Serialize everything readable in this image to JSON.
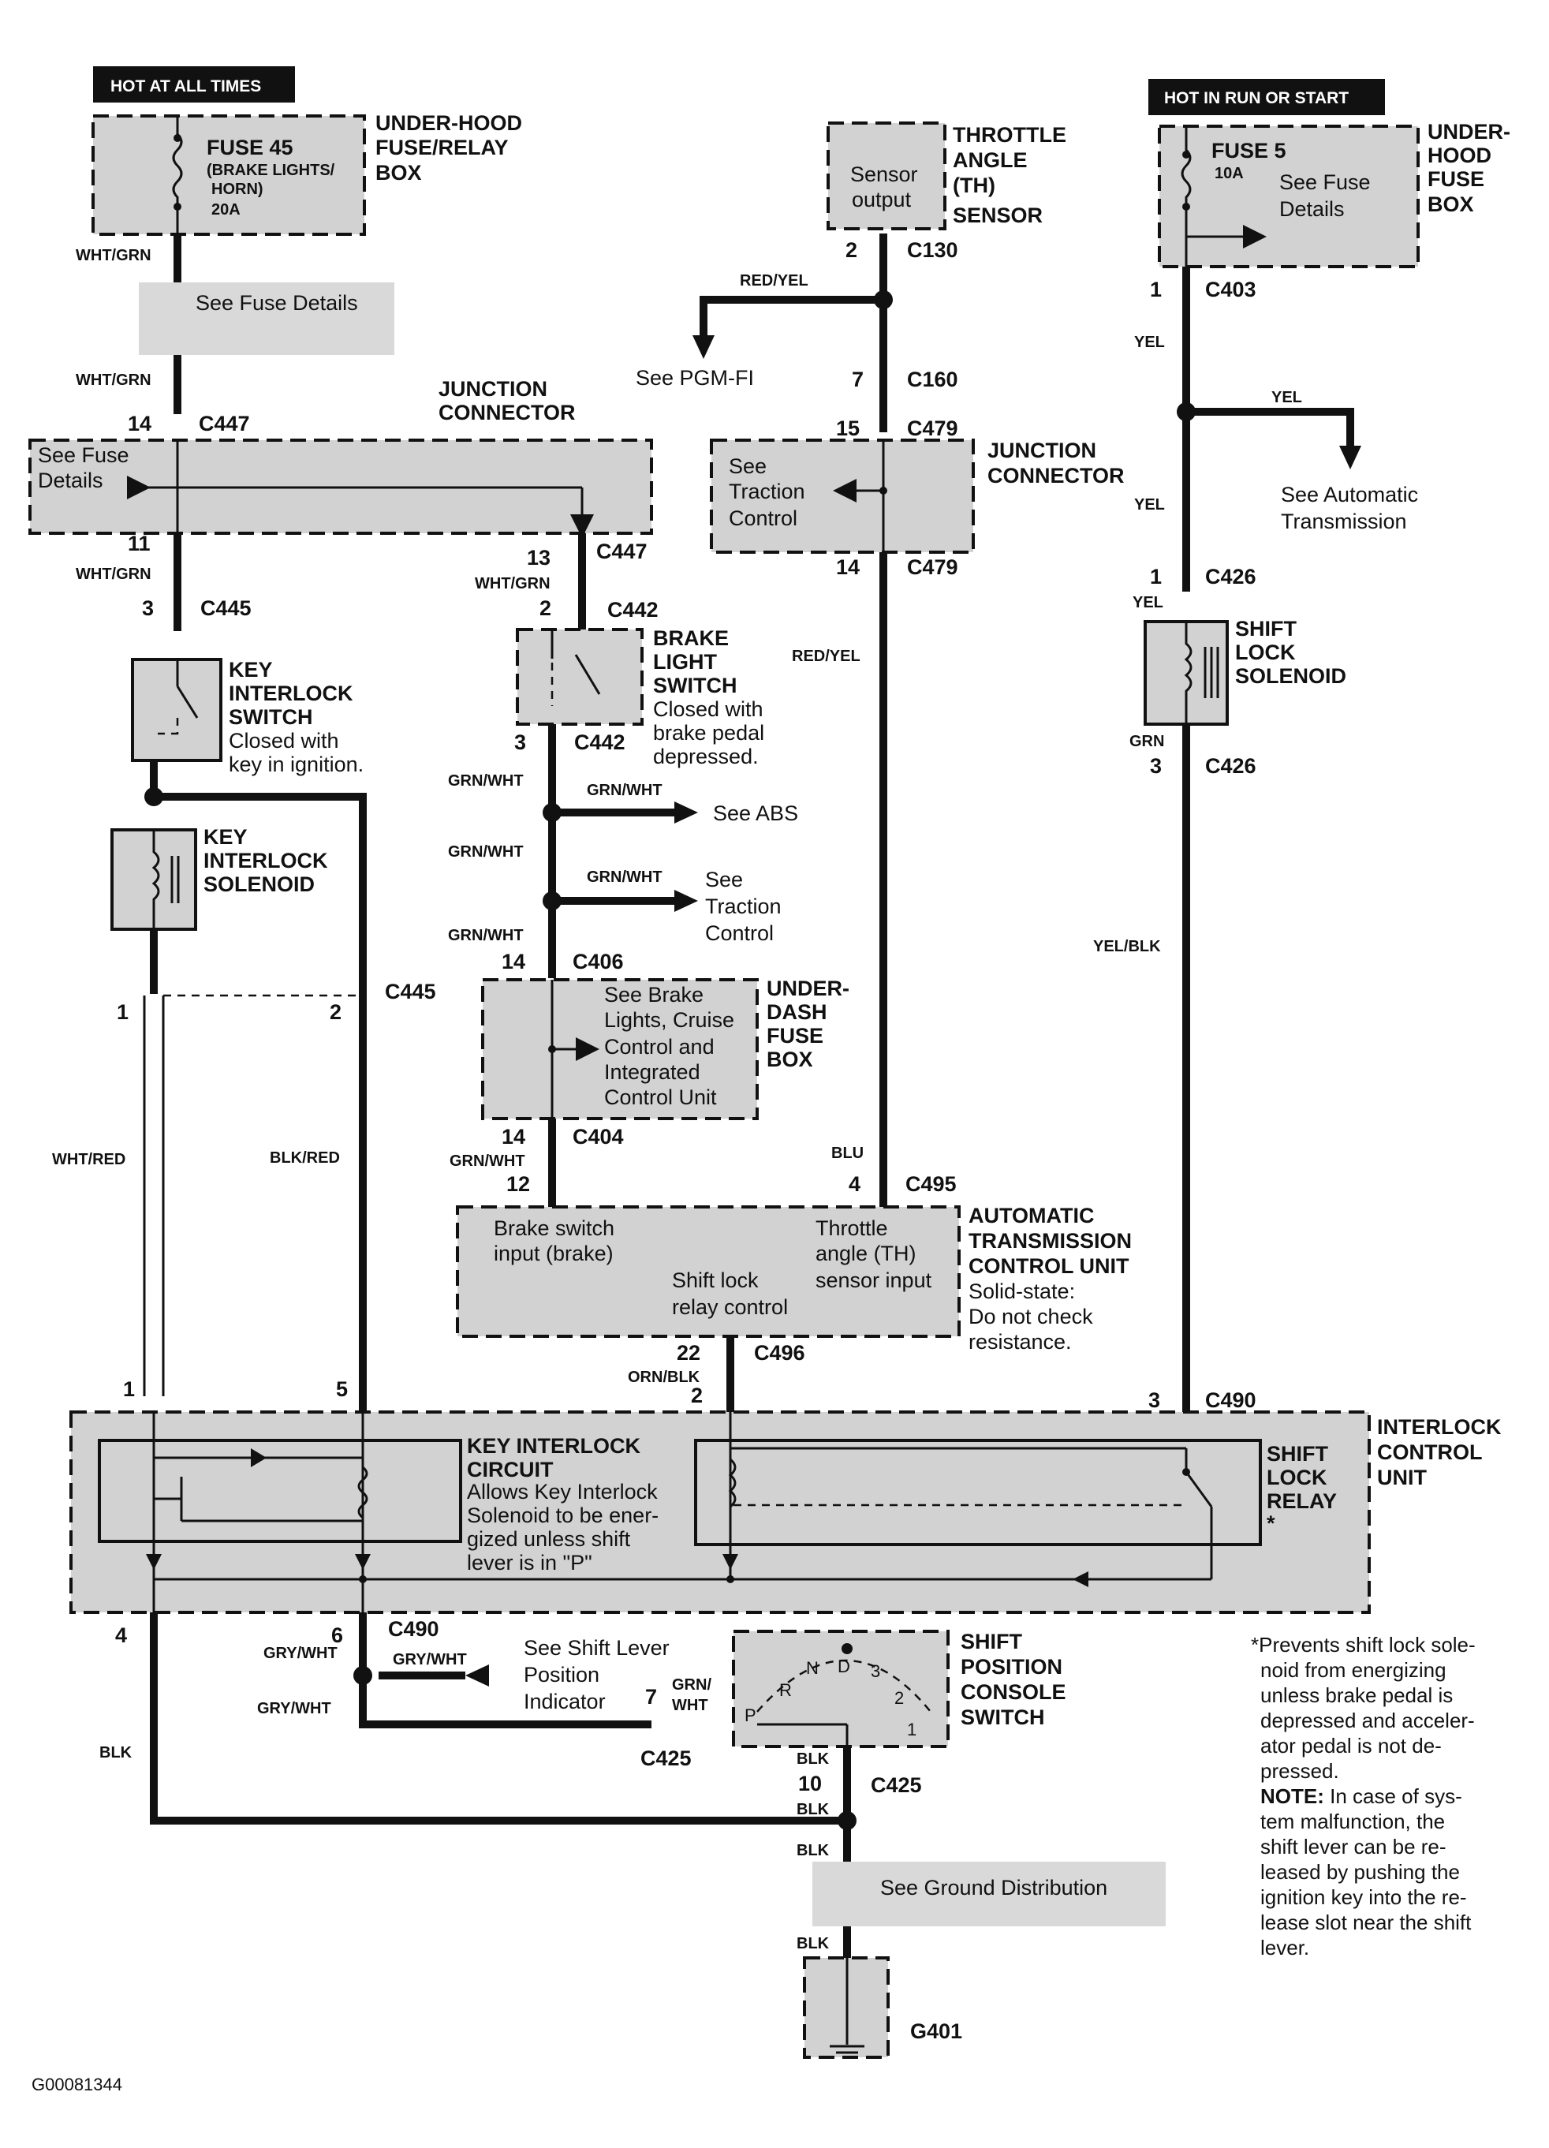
{
  "headers": {
    "hot_at_all_times": "HOT AT ALL TIMES",
    "hot_in_run": "HOT IN RUN OR START"
  },
  "fuse45": {
    "name": "FUSE 45",
    "desc1": "(BRAKE LIGHTS/",
    "desc2": "HORN)",
    "amp": "20A",
    "box1": "UNDER-HOOD",
    "box2": "FUSE/RELAY",
    "box3": "BOX"
  },
  "fuse5": {
    "name": "FUSE 5",
    "amp": "10A",
    "detail1": "See Fuse",
    "detail2": "Details",
    "box1": "UNDER-",
    "box2": "HOOD",
    "box3": "FUSE",
    "box4": "BOX"
  },
  "th_sensor": {
    "inner1": "Sensor",
    "inner2": "output",
    "l1": "THROTTLE",
    "l2": "ANGLE",
    "l3": "(TH)",
    "l4": "SENSOR"
  },
  "fuse_details_left": "See Fuse Details",
  "junction_left": {
    "l1": "JUNCTION",
    "l2": "CONNECTOR",
    "inner1": "See Fuse",
    "inner2": "Details"
  },
  "junction_mid": {
    "l1": "JUNCTION",
    "l2": "CONNECTOR",
    "inner1": "See",
    "inner2": "Traction",
    "inner3": "Control"
  },
  "pgmfi": "See PGM-FI",
  "auto_trans": {
    "l1": "See Automatic",
    "l2": "Transmission"
  },
  "key_switch": {
    "l1": "KEY",
    "l2": "INTERLOCK",
    "l3": "SWITCH",
    "l4": "Closed with",
    "l5": "key in ignition."
  },
  "key_solenoid": {
    "l1": "KEY",
    "l2": "INTERLOCK",
    "l3": "SOLENOID"
  },
  "brake_switch": {
    "l1": "BRAKE",
    "l2": "LIGHT",
    "l3": "SWITCH",
    "l4": "Closed with",
    "l5": "brake pedal",
    "l6": "depressed."
  },
  "see_abs": "See ABS",
  "see_traction": {
    "l1": "See",
    "l2": "Traction",
    "l3": "Control"
  },
  "underdash": {
    "l1": "UNDER-",
    "l2": "DASH",
    "l3": "FUSE",
    "l4": "BOX",
    "inner1": "See Brake",
    "inner2": "Lights, Cruise",
    "inner3": "Control and",
    "inner4": "Integrated",
    "inner5": "Control Unit"
  },
  "shift_solenoid": {
    "l1": "SHIFT",
    "l2": "LOCK",
    "l3": "SOLENOID"
  },
  "atcu": {
    "l1": "AUTOMATIC",
    "l2": "TRANSMISSION",
    "l3": "CONTROL UNIT",
    "l4": "Solid-state:",
    "l5": "Do not check",
    "l6": "resistance.",
    "in1": "Brake switch",
    "in2": "input (brake)",
    "in3": "Throttle",
    "in4": "angle (TH)",
    "in5": "sensor input",
    "in6": "Shift lock",
    "in7": "relay control"
  },
  "icu": {
    "l1": "INTERLOCK",
    "l2": "CONTROL",
    "l3": "UNIT",
    "kc1": "KEY INTERLOCK",
    "kc2": "CIRCUIT",
    "kc3": "Allows Key Interlock",
    "kc4": "Solenoid to be ener-",
    "kc5": "gized unless shift",
    "kc6": "lever is in \"P\"",
    "sr1": "SHIFT",
    "sr2": "LOCK",
    "sr3": "RELAY",
    "sr4": "*"
  },
  "shift_indicator": {
    "l1": "See Shift Lever",
    "l2": "Position",
    "l3": "Indicator"
  },
  "console_switch": {
    "l1": "SHIFT",
    "l2": "POSITION",
    "l3": "CONSOLE",
    "l4": "SWITCH",
    "p": "P",
    "r": "R",
    "n": "N",
    "d": "D",
    "three": "3",
    "two": "2",
    "one": "1"
  },
  "ground_dist": "See Ground Distribution",
  "ground": "G401",
  "footnote": [
    "*Prevents shift lock sole-",
    "noid from energizing",
    "unless brake pedal is",
    "depressed and acceler-",
    "ator pedal is not de-",
    "pressed."
  ],
  "note_label": "NOTE:",
  "note": [
    " In case of sys-",
    "tem malfunction, the",
    "shift lever can be re-",
    "leased by pushing the",
    "ignition key into the re-",
    "lease slot near the shift",
    "lever."
  ],
  "diagram_id": "G00081344",
  "connectors": {
    "c447": "C447",
    "c445": "C445",
    "c442": "C442",
    "c406": "C406",
    "c404": "C404",
    "c130": "C130",
    "c160": "C160",
    "c479": "C479",
    "c495": "C495",
    "c496": "C496",
    "c403": "C403",
    "c426": "C426",
    "c490": "C490",
    "c425": "C425"
  },
  "pins": {
    "p14": "14",
    "p11": "11",
    "p13": "13",
    "p3": "3",
    "p2": "2",
    "p1": "1",
    "p5": "5",
    "p4": "4",
    "p6": "6",
    "p7": "7",
    "p10": "10",
    "p12": "12",
    "p15": "15",
    "p22": "22"
  },
  "wires": {
    "wht_grn": "WHT/GRN",
    "wht_red": "WHT/RED",
    "blk_red": "BLK/RED",
    "grn_wht": "GRN/WHT",
    "red_yel": "RED/YEL",
    "blu": "BLU",
    "yel": "YEL",
    "grn": "GRN",
    "yel_blk": "YEL/BLK",
    "orn_blk": "ORN/BLK",
    "gry_wht": "GRY/WHT",
    "blk": "BLK",
    "grn_slash": "GRN/",
    "wht": "WHT"
  },
  "colors": {
    "shade": "#d2d2d2",
    "ink": "#111111"
  }
}
